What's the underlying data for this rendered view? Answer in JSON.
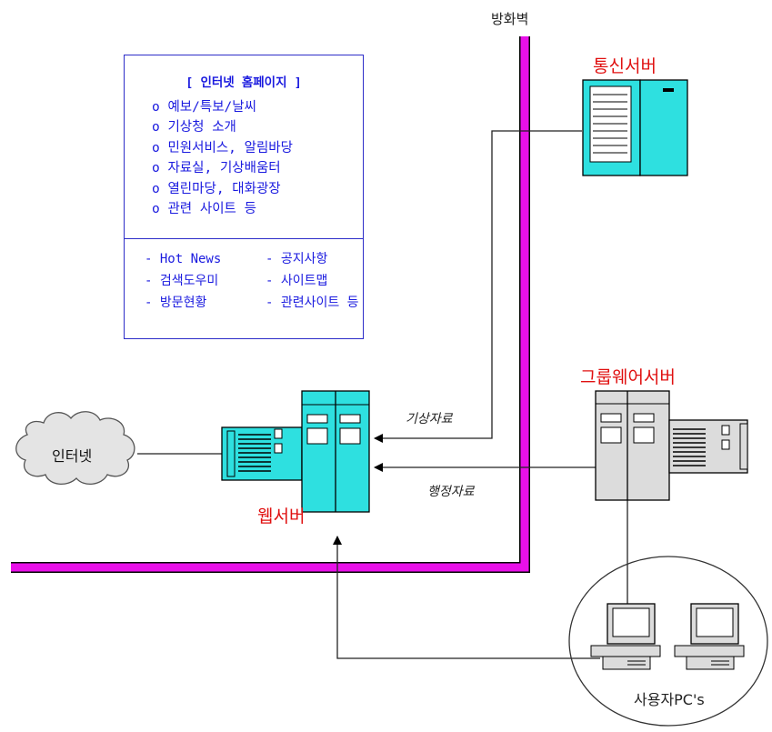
{
  "labels": {
    "firewall": "방화벽",
    "comm_server": "통신서버",
    "groupware_server": "그룹웨어서버",
    "web_server": "웹서버",
    "internet": "인터넷",
    "user_pcs": "사용자PC's",
    "weather_data": "기상자료",
    "admin_data": "행정자료"
  },
  "homepage": {
    "title": "[ 인터넷 홈페이지 ]",
    "items": [
      "o 예보/특보/날씨",
      "o 기상청 소개",
      "o 민원서비스, 알림바당",
      "o 자료실, 기상배움터",
      "o 열린마당, 대화광장",
      "o 관련 사이트 등"
    ],
    "menu": [
      "- Hot News",
      "- 공지사항",
      "- 검색도우미",
      "- 사이트맵",
      "- 방문현황",
      "- 관련사이트 등"
    ]
  },
  "colors": {
    "firewall": "#e810e8",
    "server_fill": "#2ee0e0",
    "gray_server": "#d8d8d8",
    "label_red": "#e01010",
    "box_blue": "#1a1adf"
  }
}
